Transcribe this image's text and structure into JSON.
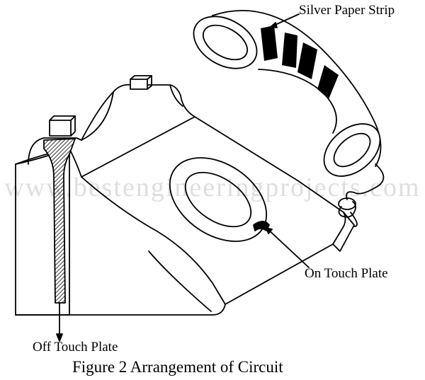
{
  "labels": {
    "silver_strip": "Silver Paper Strip",
    "on_plate": "On Touch Plate",
    "off_plate": "Off Touch Plate",
    "caption": "Figure 2 Arrangement of Circuit"
  },
  "watermark": "www.bestengineeringprojects.com",
  "colors": {
    "ink": "#000000",
    "background": "#ffffff"
  }
}
